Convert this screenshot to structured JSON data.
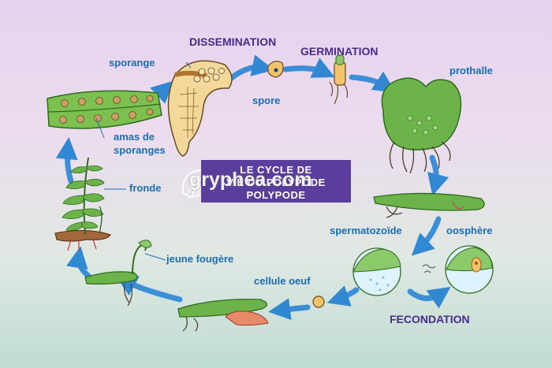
{
  "title": {
    "line1": "LE CYCLE DE",
    "line2": "VIE DU POLYPODE",
    "line3": "POLYPODE"
  },
  "watermark": "gryphea.com",
  "stages": {
    "dissemination": "DISSEMINATION",
    "germination": "GERMINATION",
    "fecondation": "FECONDATION"
  },
  "labels": {
    "sporange": "sporange",
    "spore": "spore",
    "prothalle": "prothalle",
    "amas_line1": "amas de",
    "amas_line2": "sporanges",
    "fronde": "fronde",
    "spermatozoide": "spermatozoïde",
    "oosphere": "oosphère",
    "jeune_fougere": "jeune fougère",
    "cellule_oeuf": "cellule oeuf"
  },
  "colors": {
    "arrow": "#1f7fd0",
    "label": "#1b6db1",
    "stage": "#4a2a8c",
    "title_box": "#5b3e9c",
    "leaf": "#6cb34a",
    "leaf_dark": "#3f7d2a",
    "sporangium": "#f2d89b"
  }
}
